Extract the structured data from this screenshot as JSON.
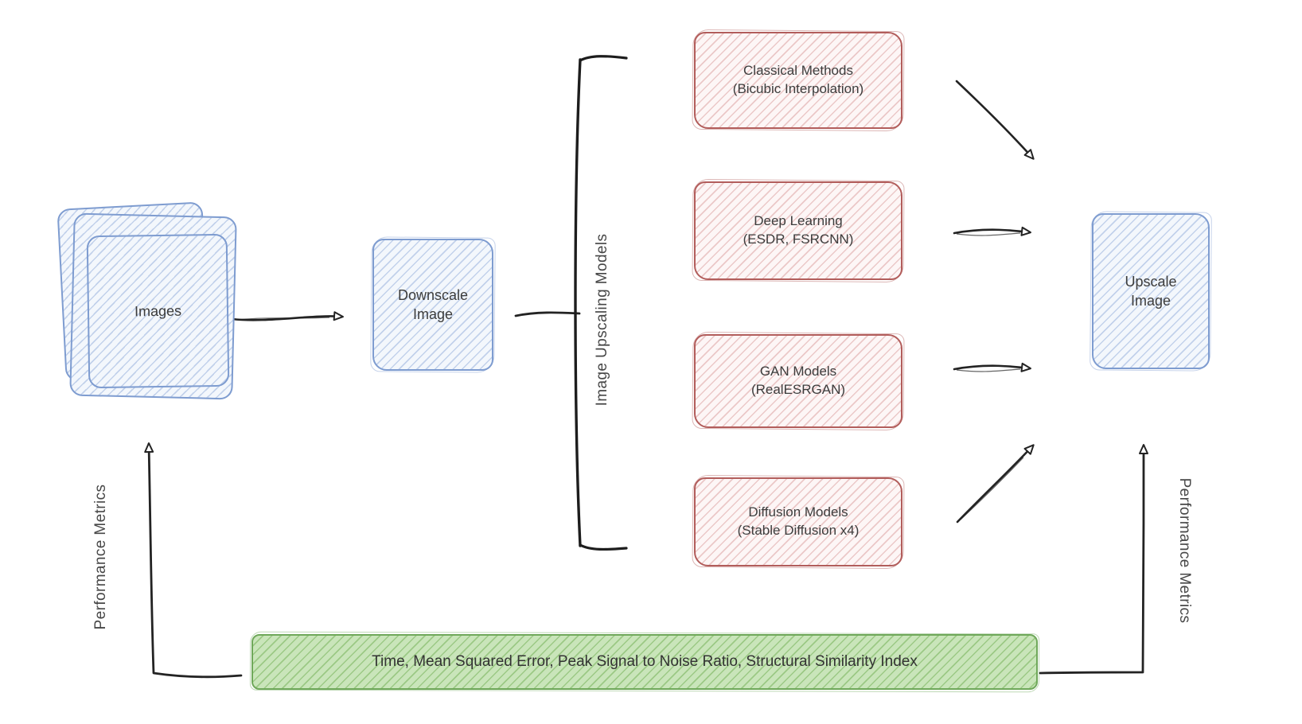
{
  "diagram": {
    "nodes": {
      "images": {
        "label": "Images"
      },
      "downscale": {
        "line1": "Downscale",
        "line2": "Image"
      },
      "upscale": {
        "line1": "Upscale",
        "line2": "Image"
      },
      "models": [
        {
          "line1": "Classical Methods",
          "line2": "(Bicubic Interpolation)"
        },
        {
          "line1": "Deep Learning",
          "line2": "(ESDR, FSRCNN)"
        },
        {
          "line1": "GAN Models",
          "line2": "(RealESRGAN)"
        },
        {
          "line1": "Diffusion Models",
          "line2": "(Stable Diffusion x4)"
        }
      ],
      "metrics_bar": {
        "label": "Time, Mean Squared Error, Peak Signal to Noise Ratio, Structural Similarity Index"
      }
    },
    "annotations": {
      "models_bracket_label": "Image Upscaling Models",
      "performance_metrics_left": "Performance Metrics",
      "performance_metrics_right": "Performance Metrics"
    },
    "colors": {
      "blue_stroke": "#7e9cd0",
      "red_stroke": "#b25d5b",
      "green_stroke": "#6fa85a",
      "arrow": "#232323",
      "text": "#3c3c3c"
    }
  }
}
